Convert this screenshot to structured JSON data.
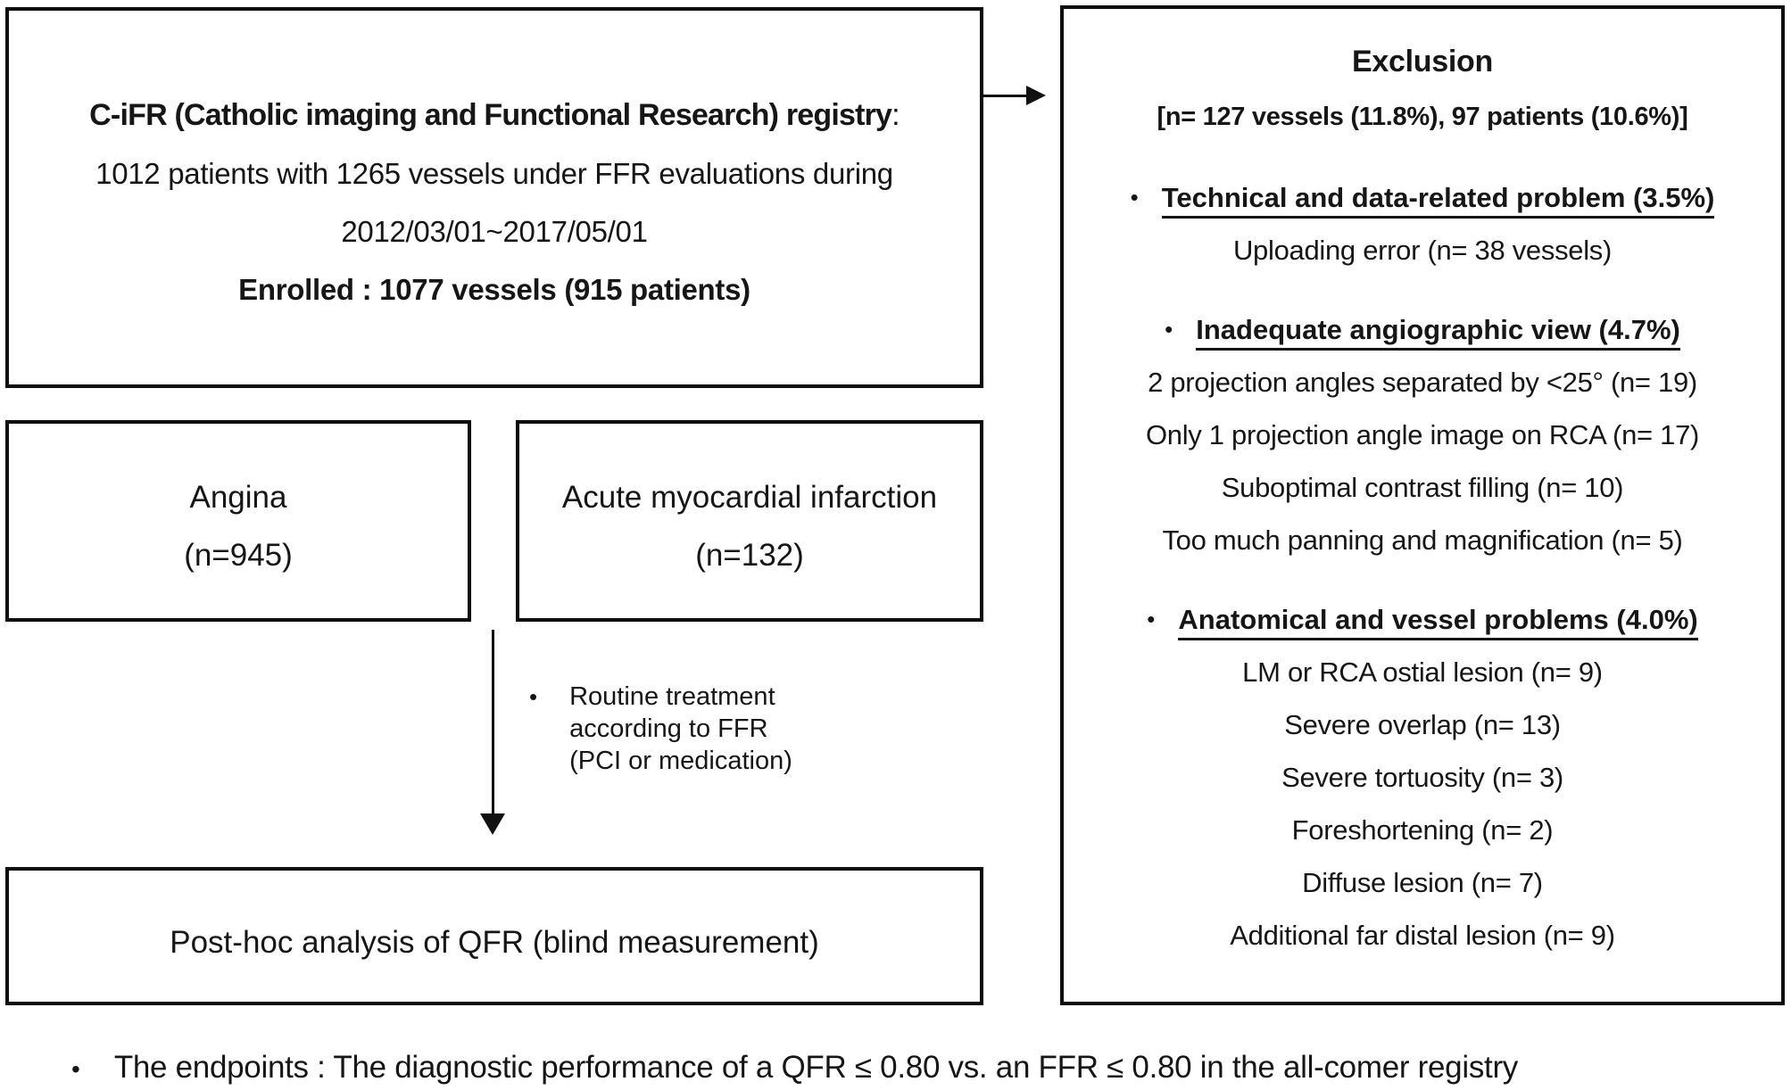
{
  "bullet": "•",
  "registry_box": {
    "title": "C-iFR (Catholic imaging and Functional Research) registry",
    "title_colon": ":",
    "line2": "1012 patients with 1265 vessels under FFR evaluations during",
    "line3": "2012/03/01~2017/05/01",
    "line4": "Enrolled : 1077 vessels (915 patients)"
  },
  "exclusion_box": {
    "title": "Exclusion",
    "subtitle": "[n= 127 vessels (11.8%), 97 patients (10.6%)]",
    "sections": [
      {
        "header": "Technical and data-related problem (3.5%)",
        "items": [
          "Uploading error (n= 38 vessels)"
        ]
      },
      {
        "header": "Inadequate angiographic view (4.7%)",
        "items": [
          "2 projection angles separated by <25° (n= 19)",
          "Only 1 projection angle image on RCA (n= 17)",
          "Suboptimal contrast filling (n= 10)",
          "Too much panning and magnification (n= 5)"
        ]
      },
      {
        "header": "Anatomical and vessel problems (4.0%)",
        "items": [
          "LM or RCA ostial lesion (n= 9)",
          "Severe overlap (n= 13)",
          "Severe tortuosity (n= 3)",
          "Foreshortening (n= 2)",
          "Diffuse lesion (n= 7)",
          "Additional far distal lesion (n= 9)"
        ]
      }
    ]
  },
  "patient_boxes": [
    {
      "label": "Angina",
      "n": "(n=945)"
    },
    {
      "label": "Acute myocardial infarction",
      "n": "(n=132)"
    }
  ],
  "treatment_note": {
    "lines": [
      "Routine treatment",
      "according to FFR",
      "(PCI or medication)"
    ]
  },
  "posthoc_box": {
    "label": "Post-hoc analysis of QFR (blind measurement)"
  },
  "endpoint_note": {
    "text": "The endpoints : The diagnostic performance of a QFR ≤ 0.80 vs. an FFR ≤ 0.80 in the all-comer registry"
  }
}
